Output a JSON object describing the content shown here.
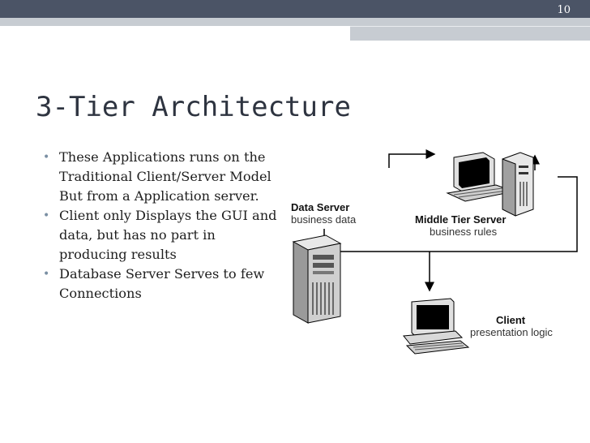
{
  "slide": {
    "number": "10",
    "title": "3-Tier Architecture"
  },
  "bullets": [
    "These Applications runs on the Traditional Client/Server Model But from a Application server.",
    "Client only Displays the GUI and data, but has no part in producing results",
    "Database Server Serves to few Connections"
  ],
  "diagram": {
    "data_server": {
      "title": "Data Server",
      "subtitle": "business data"
    },
    "middle_tier": {
      "title": "Middle Tier Server",
      "subtitle": "business rules"
    },
    "client": {
      "title": "Client",
      "subtitle": "presentation logic"
    }
  },
  "colors": {
    "header_bar": "#4b5466",
    "header_strip": "#c7ccd2",
    "bullet_dot": "#7a8fa3",
    "title_text": "#2e3440"
  },
  "icons": [
    "server-tower-icon",
    "workstation-icon",
    "client-terminal-icon",
    "arrow-icon"
  ]
}
